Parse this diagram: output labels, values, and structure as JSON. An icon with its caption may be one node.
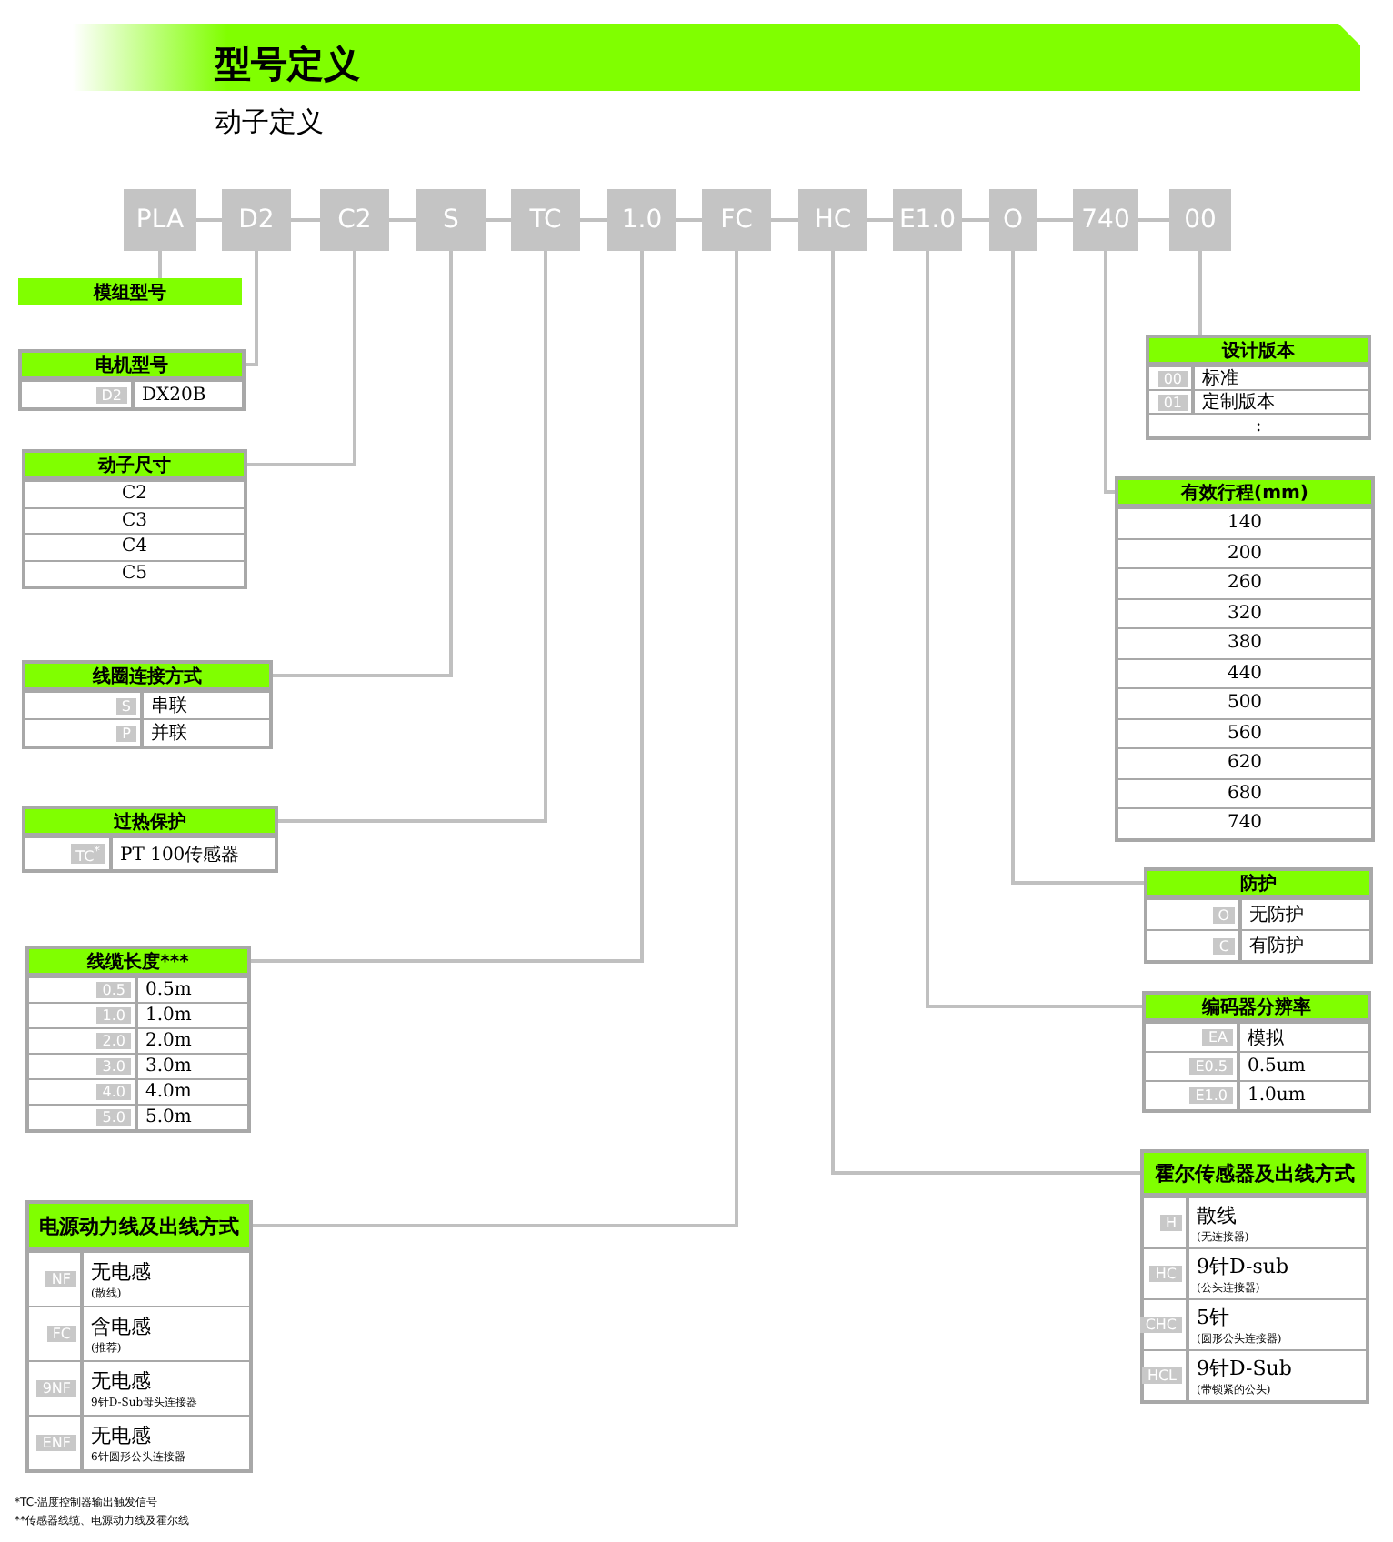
{
  "diagram": {
    "title": "型号定义",
    "nodes": [
      {
        "text": [
          "PLA"
        ]
      },
      {
        "text": [
          "D2"
        ]
      },
      {
        "text": [
          "C2"
        ]
      },
      {
        "text": [
          "S"
        ]
      },
      {
        "text": [
          "TC"
        ]
      },
      {
        "text": [
          "1.0"
        ]
      },
      {
        "text": [
          "FC"
        ]
      },
      {
        "text": [
          "HC"
        ]
      },
      {
        "text": [
          "E1.0"
        ]
      },
      {
        "text": [
          "O"
        ]
      },
      {
        "text": [
          "740"
        ]
      },
      {
        "text": [
          "00"
        ]
      },
      {
        "text": [
          "模组型号"
        ]
      },
      {
        "text": [
          "电机型号"
        ]
      },
      {
        "text": [
          "D2",
          "DX20B"
        ],
        "in": 13
      },
      {
        "text": [
          "动子尺寸"
        ]
      },
      {
        "text": [
          "C2"
        ],
        "in": 15
      },
      {
        "text": [
          "C3"
        ],
        "in": 15
      },
      {
        "text": [
          "C4"
        ],
        "in": 15
      },
      {
        "text": [
          "C5"
        ],
        "in": 15
      },
      {
        "text": [
          "线圈连接方式"
        ]
      },
      {
        "text": [
          "S",
          "串联"
        ],
        "in": 20
      },
      {
        "text": [
          "P",
          "并联"
        ],
        "in": 20
      },
      {
        "text": [
          "过热保护"
        ]
      },
      {
        "text": [
          "TC$^{*}$",
          "PT 100传感器"
        ],
        "in": 23
      },
      {
        "text": [
          "线缆长度***"
        ]
      },
      {
        "text": [
          "0.5",
          "0.5m"
        ],
        "in": 25
      },
      {
        "text": [
          "1.0",
          "1.0m"
        ],
        "in": 25
      },
      {
        "text": [
          "2.0",
          "2.0m"
        ],
        "in": 25
      },
      {
        "text": [
          "3.0",
          "3.0m"
        ],
        "in": 25
      },
      {
        "text": [
          "4.0",
          "4.0m"
        ],
        "in": 25
      },
      {
        "text": [
          "5.0",
          "5.0m"
        ],
        "in": 25
      },
      {
        "text": [
          "电源动力线及出线方式"
        ]
      },
      {
        "text": [
          "NF",
          "无电感",
          "(散线)"
        ],
        "in": 32
      },
      {
        "text": [
          "FC",
          "含电感",
          "(推荐)"
        ],
        "in": 32
      },
      {
        "text": [
          "9NF",
          "无电感",
          "9针D-Sub母头连接器"
        ],
        "in": 32
      },
      {
        "text": [
          "ENF",
          "无电感",
          "6针圆形公头连接器"
        ],
        "in": 32
      },
      {
        "text": [
          "设计版本"
        ]
      },
      {
        "text": [
          "00",
          "标准"
        ],
        "in": 37
      },
      {
        "text": [
          "01",
          "定制版本"
        ],
        "in": 37
      },
      {
        "text": [
          ":"
        ],
        "in": 37
      },
      {
        "text": [
          "有效行程(mm)"
        ]
      },
      {
        "text": [
          "140"
        ],
        "in": 41
      },
      {
        "text": [
          "200"
        ],
        "in": 41
      },
      {
        "text": [
          "260"
        ],
        "in": 41
      },
      {
        "text": [
          "320"
        ],
        "in": 41
      },
      {
        "text": [
          "380"
        ],
        "in": 41
      },
      {
        "text": [
          "440"
        ],
        "in": 41
      },
      {
        "text": [
          "500"
        ],
        "in": 41
      },
      {
        "text": [
          "560"
        ],
        "in": 41
      },
      {
        "text": [
          "620"
        ],
        "in": 41
      },
      {
        "text": [
          "680"
        ],
        "in": 41
      },
      {
        "text": [
          "740"
        ],
        "in": 41
      },
      {
        "text": [
          "防护"
        ]
      },
      {
        "text": [
          "O",
          "无防护"
        ],
        "in": 53
      },
      {
        "text": [
          "C",
          "有防护"
        ],
        "in": 53
      },
      {
        "text": [
          "编码器分辨率"
        ]
      },
      {
        "text": [
          "EA",
          "模拟"
        ],
        "in": 56
      },
      {
        "text": [
          "E0.5",
          "0.5um"
        ],
        "in": 56
      },
      {
        "text": [
          "E1.0",
          "1.0um"
        ],
        "in": 56
      },
      {
        "text": [
          "霍尔传感器及出线方式"
        ]
      },
      {
        "text": [
          "H",
          "散线",
          "(无连接器)"
        ],
        "in": 60
      },
      {
        "text": [
          "HC",
          "9针D-sub",
          "(公头连接器)"
        ],
        "in": 60
      },
      {
        "text": [
          "CHC",
          "5针",
          "(圆形公头连接器)"
        ],
        "in": 60
      },
      {
        "text": [
          "HCL",
          "9针D-Sub",
          "(带锁紧的公头)"
        ],
        "in": 60
      }
    ],
    "edges": [
      {
        "from": 0,
        "to": 1,
        "arrow": "none"
      },
      {
        "from": 1,
        "to": 2,
        "arrow": "none"
      },
      {
        "from": 2,
        "to": 3,
        "arrow": "none"
      },
      {
        "from": 3,
        "to": 4,
        "arrow": "none"
      },
      {
        "from": 4,
        "to": 5,
        "arrow": "none"
      },
      {
        "from": 5,
        "to": 6,
        "arrow": "none"
      },
      {
        "from": 6,
        "to": 7,
        "arrow": "none"
      },
      {
        "from": 7,
        "to": 8,
        "arrow": "none"
      },
      {
        "from": 8,
        "to": 9,
        "arrow": "none"
      },
      {
        "from": 9,
        "to": 10,
        "arrow": "none"
      },
      {
        "from": 10,
        "to": 11,
        "arrow": "none"
      },
      {
        "from": 0,
        "to": 12,
        "arrow": "none"
      },
      {
        "from": 1,
        "to": 13,
        "arrow": "none"
      },
      {
        "from": 2,
        "to": 15,
        "arrow": "none"
      },
      {
        "from": 3,
        "to": 20,
        "arrow": "none"
      },
      {
        "from": 4,
        "to": 23,
        "arrow": "none"
      },
      {
        "from": 5,
        "to": 25,
        "arrow": "none"
      },
      {
        "from": 6,
        "to": 32,
        "arrow": "none"
      },
      {
        "from": 7,
        "to": 60,
        "arrow": "none"
      },
      {
        "from": 8,
        "to": 56,
        "arrow": "none"
      },
      {
        "from": 9,
        "to": 53,
        "arrow": "none"
      },
      {
        "from": 10,
        "to": 41,
        "arrow": "none"
      },
      {
        "from": 11,
        "to": 37,
        "arrow": "none"
      }
    ],
    "labels": [
      "动子定义",
      "*TC-温度控制器输出触发信号",
      "**传感器线缆、电源动力线及霍尔线"
    ]
  }
}
